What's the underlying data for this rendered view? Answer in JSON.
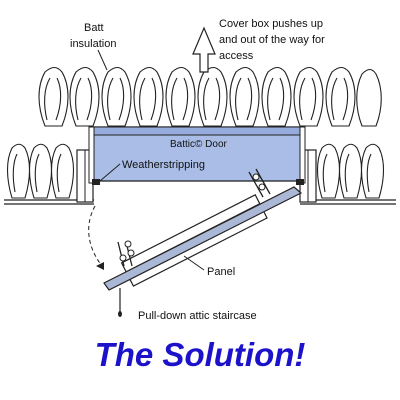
{
  "labels": {
    "batt_insulation_1": "Batt",
    "batt_insulation_2": "insulation",
    "cover_box_1": "Cover box pushes up",
    "cover_box_2": "and out of the way for",
    "cover_box_3": "access",
    "door": "Battic© Door",
    "weatherstripping": "Weatherstripping",
    "panel": "Panel",
    "staircase": "Pull-down attic staircase"
  },
  "title": "The Solution!",
  "colors": {
    "cover_box": "#a9bde6",
    "title": "#1c12c9",
    "panel_edge": "#aab8d6"
  }
}
